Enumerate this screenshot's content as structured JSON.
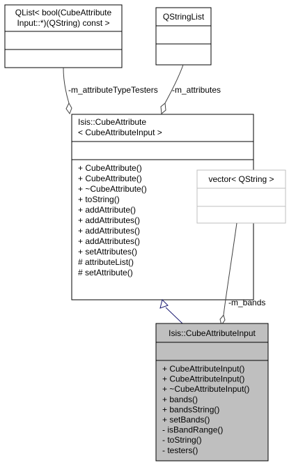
{
  "classes": {
    "qlist": {
      "title": [
        "QList< bool(CubeAttribute",
        "Input::*)(QString) const >"
      ],
      "attributes": [],
      "methods": []
    },
    "qstringlist": {
      "title": [
        "QStringList"
      ],
      "attributes": [],
      "methods": []
    },
    "cubeattribute": {
      "title": [
        "Isis::CubeAttribute",
        "< CubeAttributeInput >"
      ],
      "attributes": [],
      "methods": [
        "+ CubeAttribute()",
        "+ CubeAttribute()",
        "+ ~CubeAttribute()",
        "+ toString()",
        "+ addAttribute()",
        "+ addAttributes()",
        "+ addAttributes()",
        "+ addAttributes()",
        "+ setAttributes()",
        "# attributeList()",
        "# setAttribute()"
      ]
    },
    "vector": {
      "title": [
        "vector< QString >"
      ],
      "attributes": [],
      "methods": []
    },
    "cubeattributeinput": {
      "title": [
        "Isis::CubeAttributeInput"
      ],
      "attributes": [],
      "methods": [
        "+ CubeAttributeInput()",
        "+ CubeAttributeInput()",
        "+ ~CubeAttributeInput()",
        "+ bands()",
        "+ bandsString()",
        "+ setBands()",
        "- isBandRange()",
        "- toString()",
        "- testers()"
      ]
    }
  },
  "edges": {
    "attribute_type_testers": "-m_attributeTypeTesters",
    "attributes": "-m_attributes",
    "bands": "-m_bands"
  },
  "colors": {
    "box_border": "#000000",
    "focus_fill": "#bfbfbf",
    "muted_border": "#bfbfbf",
    "inheritance_arrow": "#191970",
    "association_line": "#404040"
  }
}
